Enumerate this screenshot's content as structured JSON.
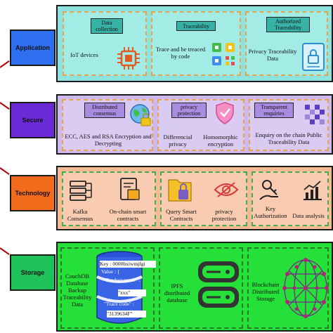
{
  "layers": {
    "application": {
      "label": "Application",
      "color": "#2e6ff0"
    },
    "secure": {
      "label": "Secure",
      "color": "#6a2bd6"
    },
    "technology": {
      "label": "Technology",
      "color": "#f26a1b"
    },
    "storage": {
      "label": "Storage",
      "color": "#1ec25a"
    }
  },
  "application_row": {
    "data_collection_title": "Data collection",
    "iot_label": "IoT devices",
    "traceability_title": "Traceability",
    "trace_label": "Trace and be treaced by code",
    "authorized_title": "Authorized Traceability",
    "privacy_label": "Privacy Traceability Data"
  },
  "secure_row": {
    "distributed_title": "Distributed consensus",
    "crypto_label": "ECC, AES and RSA Encryption and Decrypting",
    "privacy_title": "privacy protection",
    "diff_label": "Differencial privacy",
    "homo_label": "Homomorphic encryption",
    "transparent_title": "Transparent enquiries",
    "enquiry_label": "Enquiry on the chain Public Traceability Data"
  },
  "technology_row": {
    "kafka_label": "Kafka Consensus",
    "onchain_label": "On-chain smart contracts",
    "query_label": "Query Smart Contracts",
    "privacy_label": "privacy protection",
    "key_label": "Key Authorization",
    "analysis_label": "Data analysis"
  },
  "storage_row": {
    "couch_label": "CouchDB Database Backup Traceability Data",
    "json_lines": [
      "Key : 0000bxiwmjfgi",
      "Value : {",
      "\"Product name\" :",
      "\"xxx\"",
      "\"Trace code\" :",
      "\"3139634F\""
    ],
    "ipfs_label": "IPFS distributed database",
    "blockchain_label": "Blockchain Distributed Storage"
  },
  "colors": {
    "application_bg": "#8ee3de",
    "secure_bg": "#cdb9ef",
    "technology_bg": "#f6b995",
    "storage_bg": "#24e039",
    "application_inner": "#ffffff",
    "secure_inner": "#ffffff",
    "technology_inner": "#ffffff"
  }
}
